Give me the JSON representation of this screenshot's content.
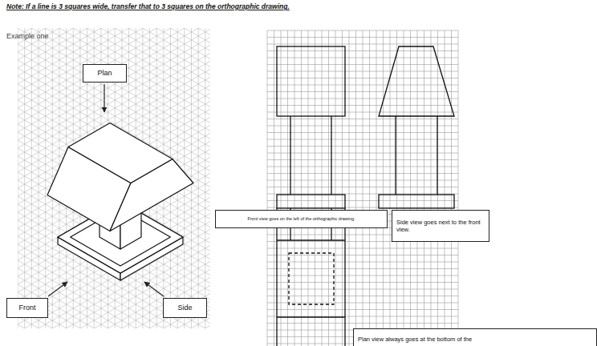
{
  "diagram": {
    "title": "Note: If a line is 3 squares wide, transfer that to 3 squares on the orthographic drawing.",
    "nodes": [
      {
        "text": [
          "Plan"
        ]
      },
      {
        "text": [
          "Front"
        ]
      },
      {
        "text": [
          "Side"
        ]
      },
      {
        "text": [
          "Front view goes on the left of the orthographic drawing."
        ]
      },
      {
        "text": [
          "Side view goes next to the front view."
        ]
      },
      {
        "text": [
          "Plan view always goes at the bottom of the"
        ]
      }
    ],
    "labels": [
      "Example one"
    ]
  }
}
